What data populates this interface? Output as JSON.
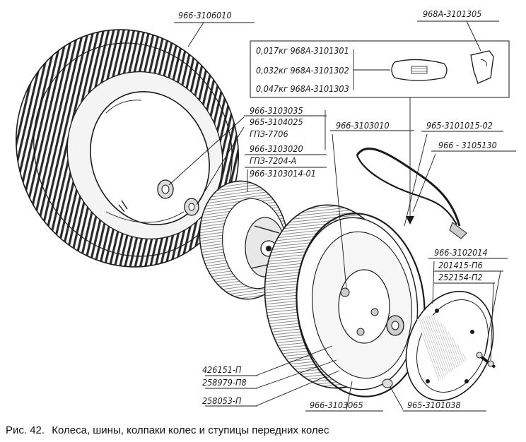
{
  "figure": {
    "caption_prefix": "Рис. 42.",
    "caption": "Колеса, шины, колпаки колес и ступицы передних колес"
  },
  "parts": {
    "tire": "966-3106010",
    "clip": "968А-3101305",
    "weight_1": "0,017кг 968А-3101301",
    "weight_2": "0,032кг 968А-3101302",
    "weight_3": "0,047кг 968А-3101303",
    "valve_1": "966-3103035",
    "valve_2": "965-3104025",
    "valve_3": "ГПЗ-7706",
    "hub": "966-3103010",
    "cap_nut_1": "966-3103020",
    "cap_nut_2": "ГПЗ-7204-А",
    "hub_disc": "966-3103014-01",
    "ring": "965-3101015-02",
    "tube": "966 - 3105130",
    "cap": "966-3102014",
    "bolt_1": "201415-П6",
    "bolt_2": "252154-П2",
    "nut_1": "426151-П",
    "nut_2": "258979-П8",
    "nut_3": "258053-П",
    "rim": "966-3103065",
    "screw": "965-3101038"
  }
}
